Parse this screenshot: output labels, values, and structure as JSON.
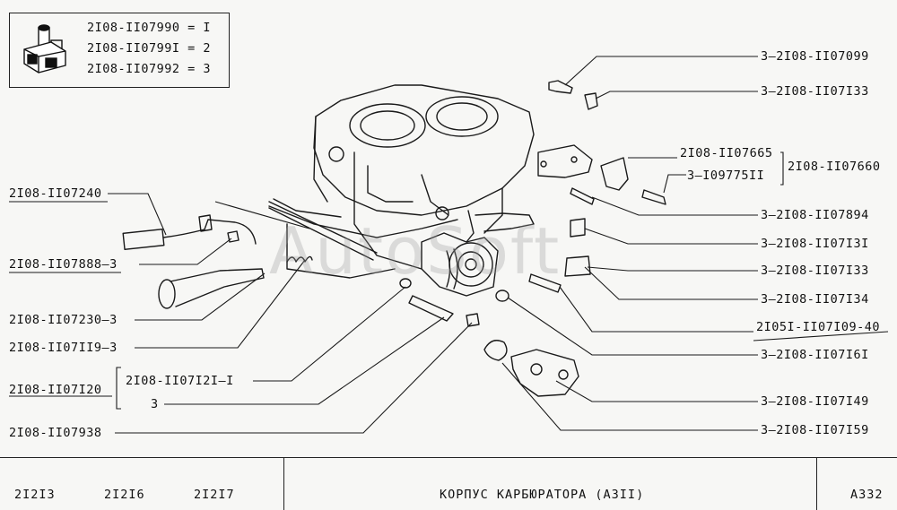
{
  "legend": {
    "rows": [
      "2I08-II07990 = I",
      "2I08-II0799I = 2",
      "2I08-II07992 = 3"
    ]
  },
  "watermark": "AutoSoft",
  "labels": {
    "r1": "3—2I08-II07099",
    "r2": "3—2I08-II07I33",
    "r3a": "2I08-II07665",
    "r3b": "3—I09775II",
    "r3c": "2I08-II07660",
    "r4": "3—2I08-II07894",
    "r5": "3—2I08-II07I3I",
    "r6": "3—2I08-II07I33",
    "r7": "3—2I08-II07I34",
    "r8": "2I05I-II07I09-40",
    "r9": "3—2I08-II07I6I",
    "r10": "3—2I08-II07I49",
    "r11": "3—2I08-II07I59",
    "l1": "2I08-II07240",
    "l2": "2I08-II07888—3",
    "l3": "2I08-II07230—3",
    "l4": "2I08-II07II9—3",
    "l5a": "2I08-II07I2I—I",
    "l5b": "3",
    "l5c": "2I08-II07I20",
    "l6": "2I08-II07938"
  },
  "footer": {
    "models": [
      "2I2I3",
      "2I2I6",
      "2I2I7"
    ],
    "title": "КОРПУС  КАРБЮРАТОРА (АЗII)",
    "code": "А332"
  }
}
